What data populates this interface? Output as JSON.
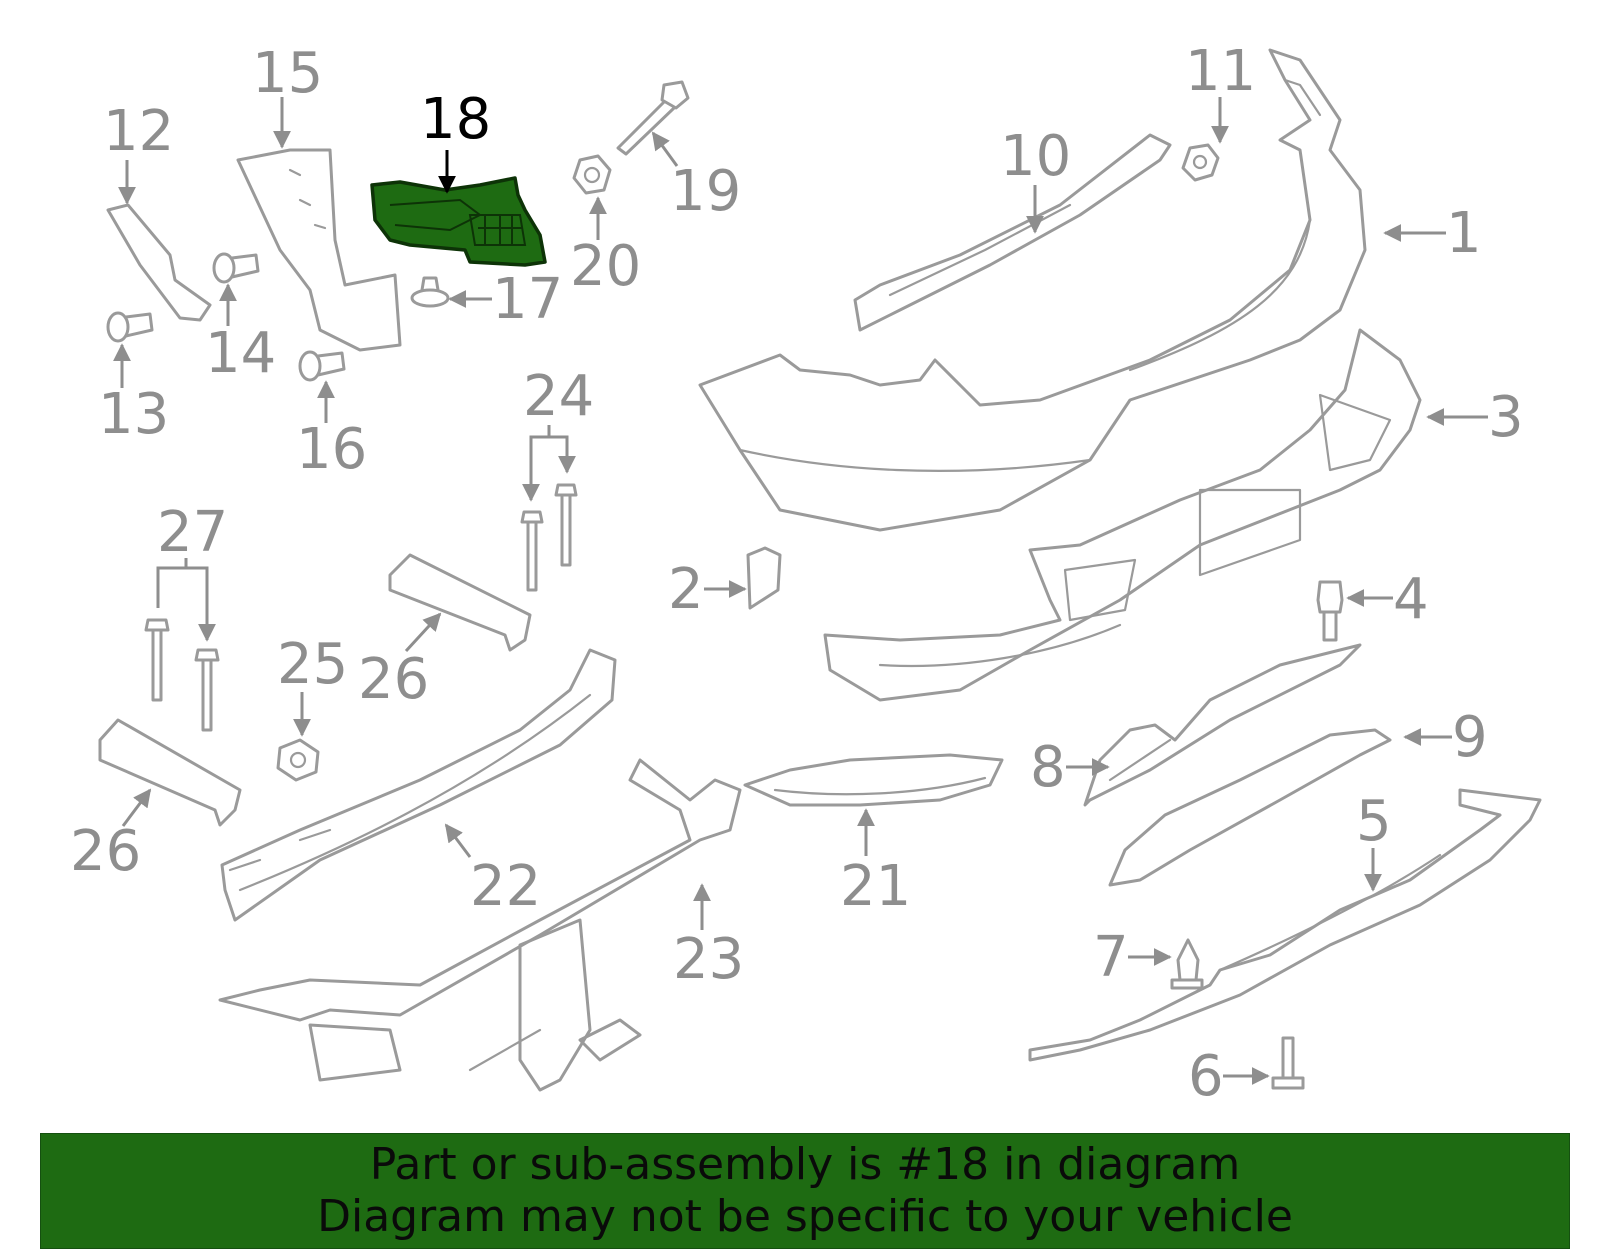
{
  "diagram": {
    "highlight_color": "#1e6b12",
    "selected_part": "18",
    "callouts": [
      "1",
      "2",
      "3",
      "4",
      "5",
      "6",
      "7",
      "8",
      "9",
      "10",
      "11",
      "12",
      "13",
      "14",
      "15",
      "16",
      "17",
      "18",
      "19",
      "20",
      "21",
      "22",
      "23",
      "24",
      "25",
      "26",
      "26",
      "27"
    ]
  },
  "banner": {
    "line1": "Part or sub-assembly is #18 in diagram",
    "line2": "Diagram may not be specific to your vehicle",
    "background": "#1e6b12"
  }
}
